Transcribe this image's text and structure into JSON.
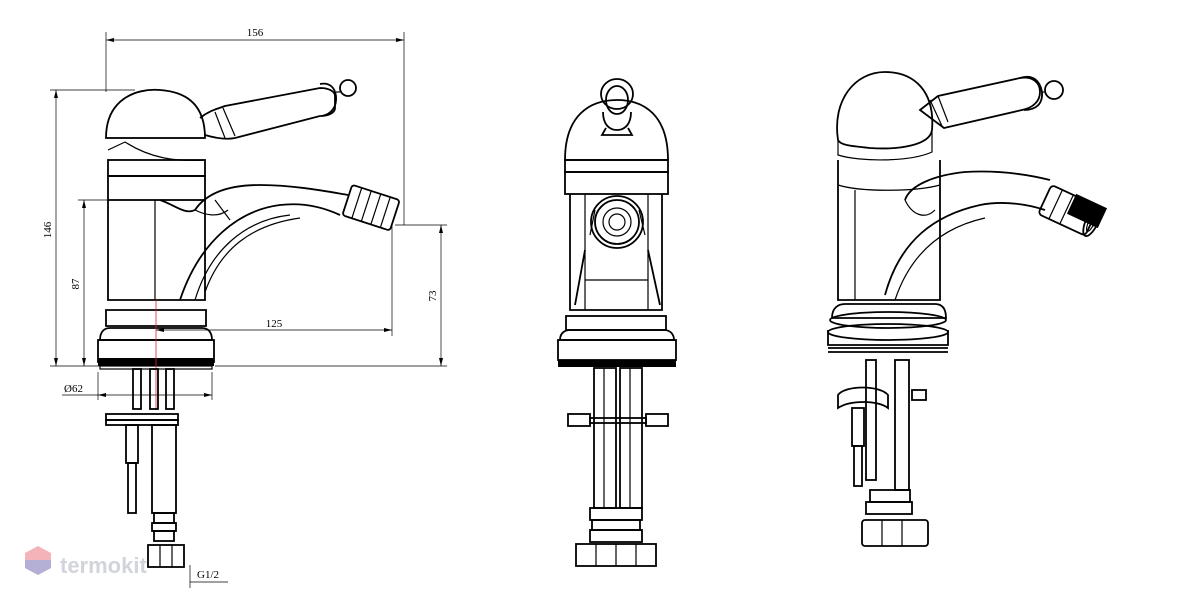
{
  "drawing": {
    "dimensions": {
      "overall_width": "156",
      "overall_height": "146",
      "body_height": "87",
      "spout_reach": "125",
      "spout_height": "73",
      "base_diameter": "Ø62",
      "connection": "G1/2"
    },
    "views": [
      "side-view",
      "front-view",
      "perspective-view"
    ]
  },
  "watermark": {
    "text": "termokit",
    "colors": {
      "hex_top": "#e85a6a",
      "hex_bottom": "#6a9ee8"
    }
  }
}
